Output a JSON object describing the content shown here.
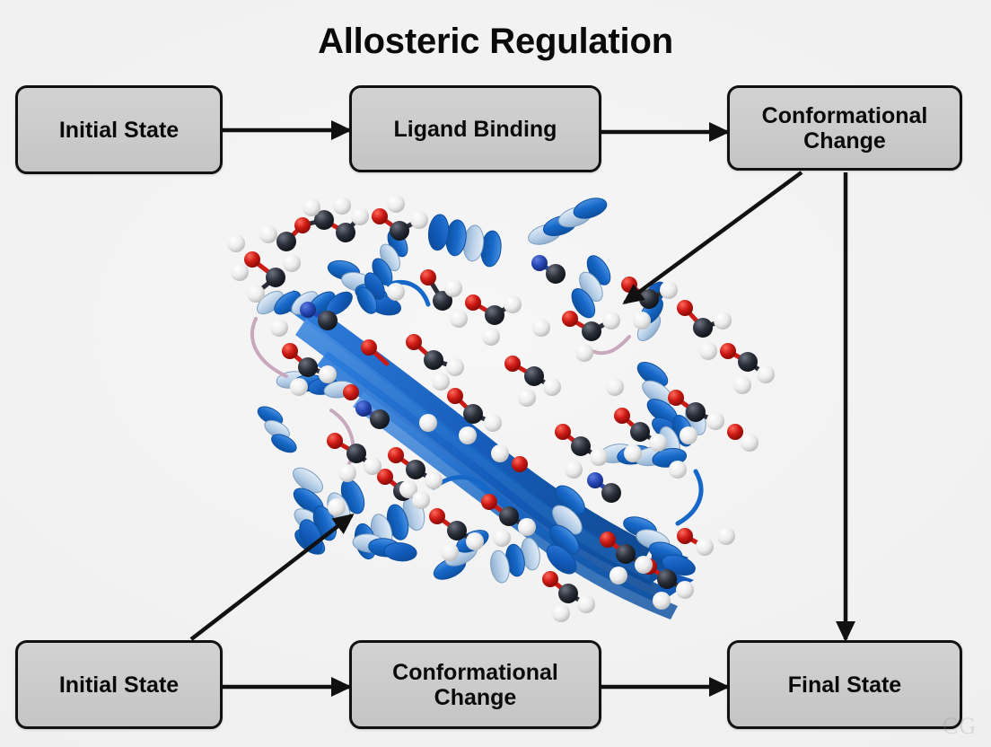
{
  "title": "Allosteric Regulation",
  "theme": {
    "background": "#f1f1f1",
    "node_fill": "#cccccc",
    "node_border": "#111111",
    "arrow_color": "#111111",
    "text_color": "#0a0a0a",
    "ribbon_blue": "#1668c8",
    "ribbon_light_blue": "#a9c9e6",
    "oxygen_red": "#cc1a14",
    "carbon_dark": "#2a2e38",
    "hydrogen_white": "#f2f2f2",
    "nitrogen_blue": "#2747b5"
  },
  "nodes": {
    "initial_state_top": "Initial State",
    "ligand_binding": "Ligand Binding",
    "conformational_change_top": "Conformational\nChange",
    "initial_state_bottom": "Initial State",
    "conformational_change_bottom": "Conformational\nChange",
    "final_state": "Final State"
  },
  "arrows": [
    {
      "name": "initial-to-ligand",
      "from": "Initial State",
      "to": "Ligand Binding",
      "style": "straight-horizontal"
    },
    {
      "name": "ligand-to-conformational",
      "from": "Ligand Binding",
      "to": "Conformational Change",
      "style": "straight-horizontal"
    },
    {
      "name": "conformational-to-protein",
      "from": "Conformational Change",
      "to": "protein structure",
      "style": "diagonal"
    },
    {
      "name": "conformational-to-final",
      "from": "Conformational Change",
      "to": "Final State",
      "style": "vertical"
    },
    {
      "name": "initial-to-protein",
      "from": "Initial State",
      "to": "protein structure",
      "style": "diagonal"
    },
    {
      "name": "initial-to-conformational-bottom",
      "from": "Initial State",
      "to": "Conformational Change",
      "style": "straight-horizontal"
    },
    {
      "name": "conformational-bottom-to-final",
      "from": "Conformational Change",
      "to": "Final State",
      "style": "straight-horizontal"
    }
  ],
  "illustration": {
    "name": "protein-ribbon-structure",
    "description": "Blue ribbon/beta-sheet protein cartoon with ball-and-stick side chains"
  },
  "watermark": "CG"
}
